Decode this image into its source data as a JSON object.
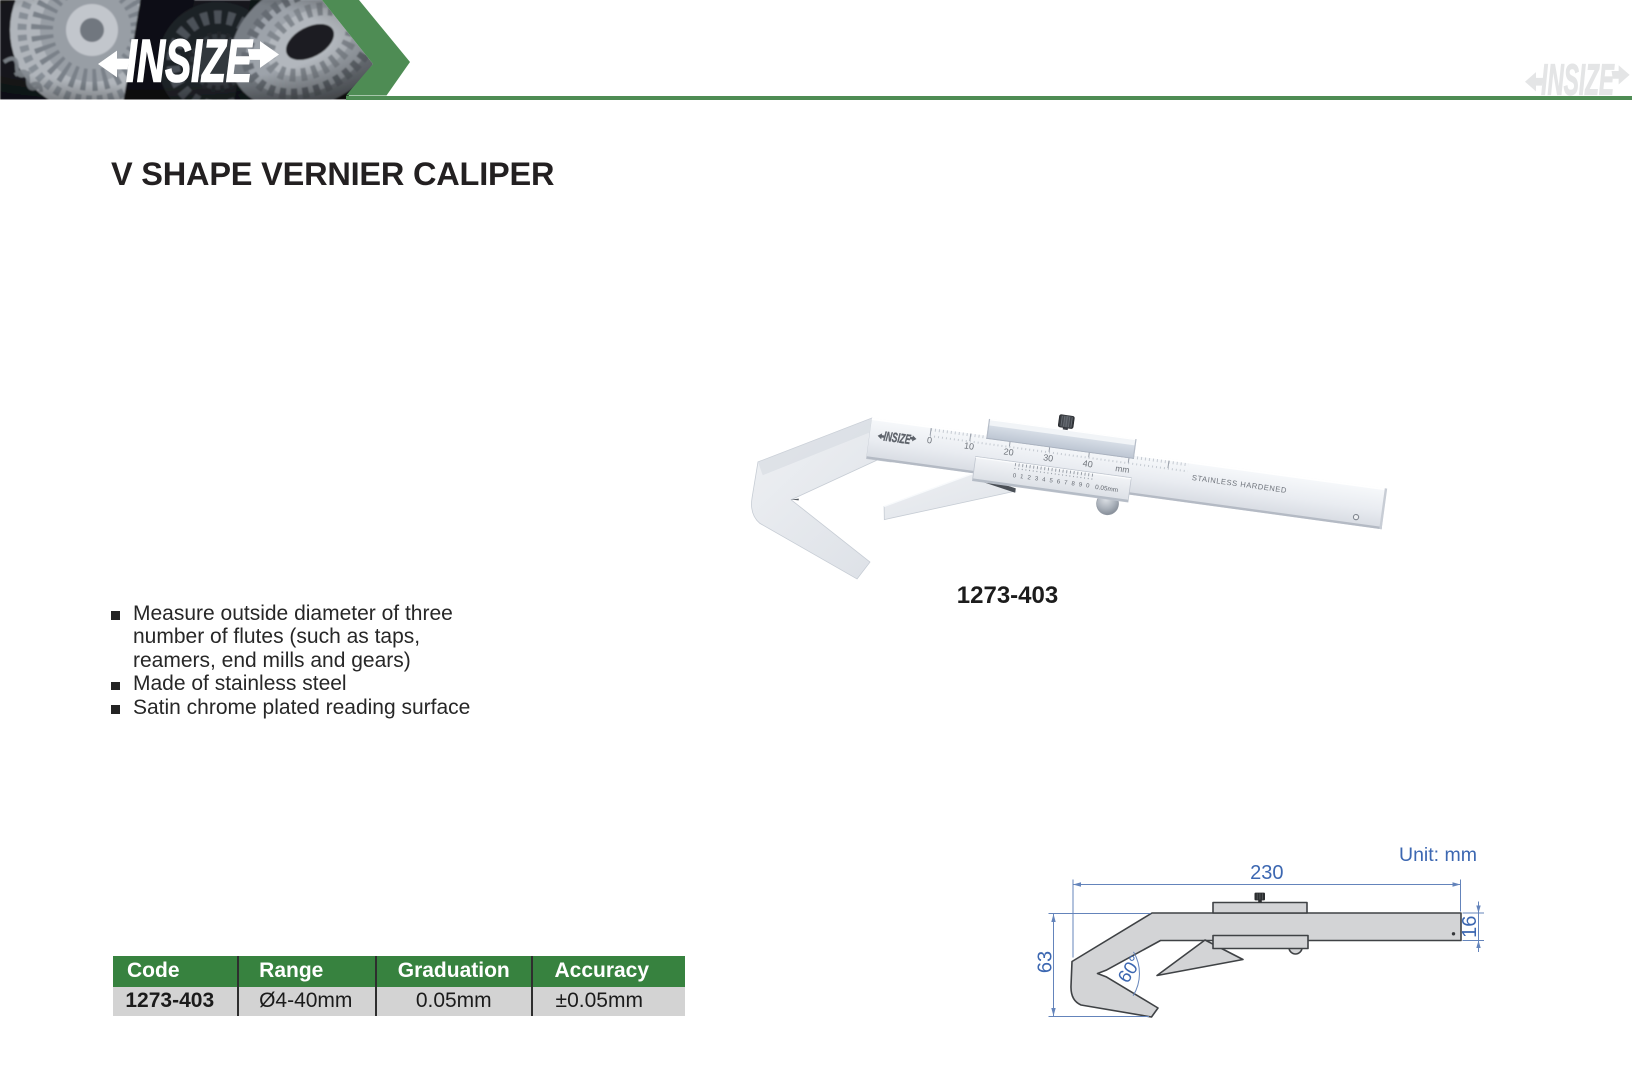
{
  "brand": {
    "logo_text": "INSIZE",
    "green": "#4E8C54",
    "table_green": "#37823F"
  },
  "title": "V SHAPE VERNIER CALIPER",
  "features": {
    "items": [
      {
        "lines": [
          "Measure outside diameter of three",
          "number of flutes (such as taps,",
          "reamers, end mills and gears)"
        ]
      },
      {
        "lines": [
          "Made of stainless steel"
        ]
      },
      {
        "lines": [
          "Satin chrome plated reading surface"
        ]
      }
    ]
  },
  "product": {
    "code": "1273-403",
    "beam_scale_numbers": [
      "0",
      "10",
      "20",
      "30",
      "40"
    ],
    "beam_unit": "mm",
    "beam_engraving": "STAINLESS HARDENED",
    "vernier_numbers": [
      "0",
      "1",
      "2",
      "3",
      "4",
      "5",
      "6",
      "7",
      "8",
      "9",
      "0"
    ],
    "vernier_graduation": "0.05mm"
  },
  "drawing": {
    "unit_label": "Unit: mm",
    "dim_length": "230",
    "dim_height": "63",
    "dim_beam_width": "16",
    "dim_angle": "60°"
  },
  "table": {
    "headers": [
      "Code",
      "Range",
      "Graduation",
      "Accuracy"
    ],
    "row": [
      "1273-403",
      "Ø4-40mm",
      "0.05mm",
      "±0.05mm"
    ]
  }
}
